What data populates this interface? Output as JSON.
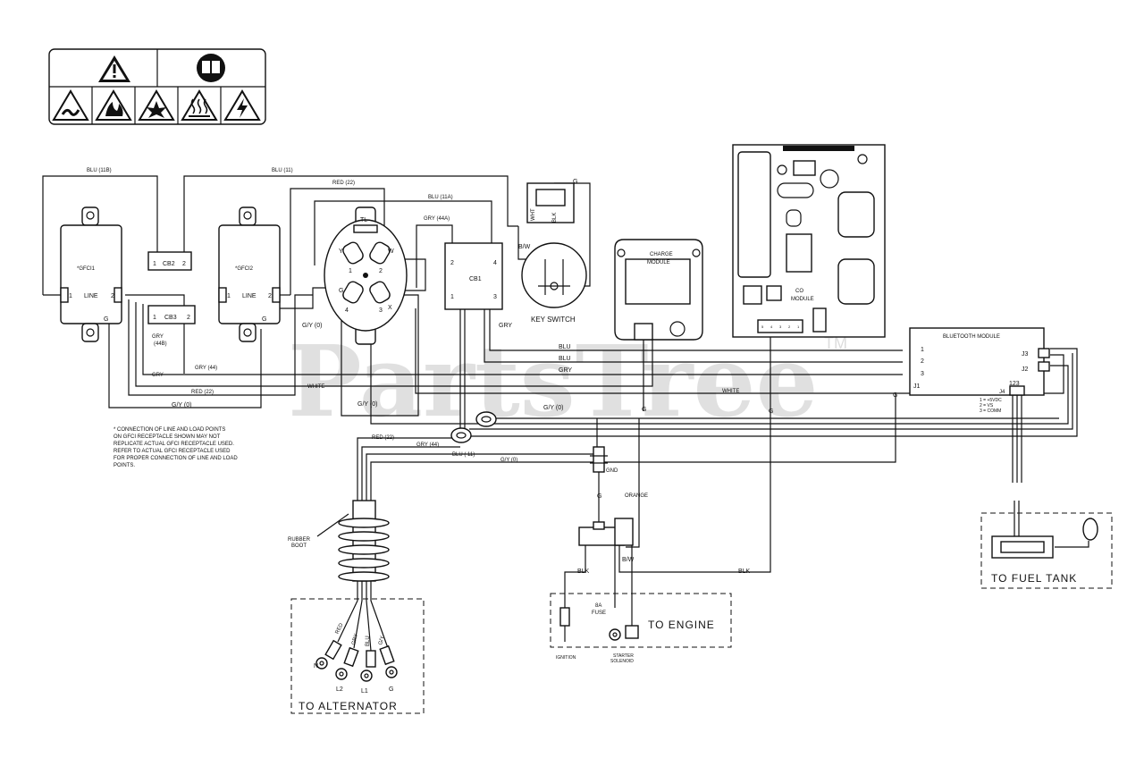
{
  "watermark": {
    "text": "PartsTree",
    "tm": "TM"
  },
  "components": {
    "gfci1": "*GFCI1",
    "gfci2": "*GFCI2",
    "line": "LINE",
    "pin1": "1",
    "pin2": "2",
    "g": "G",
    "cb2": "CB2",
    "cb3": "CB3",
    "cb1": "CB1",
    "cb1_pins": [
      "2",
      "4",
      "1",
      "3"
    ],
    "receptacle_pins": [
      "TL",
      "Y",
      "W",
      "G",
      "X",
      "1",
      "2",
      "3",
      "4"
    ],
    "key_switch": "KEY SWITCH",
    "key_wht": "WHT",
    "key_blk": "BLK",
    "charge_module": [
      "CHARGE",
      "MODULE"
    ],
    "co_module": [
      "CO",
      "MODULE"
    ],
    "co_pins": [
      "5",
      "4",
      "3",
      "2",
      "1"
    ],
    "bt_module": "BLUETOOTH MODULE",
    "bt_pins": [
      "1",
      "2",
      "3"
    ],
    "j1": "J1",
    "j2": "J2",
    "j3": "J3",
    "j4": "J4",
    "j4_pins": "123",
    "j4_legend": [
      "1 = +5VDC",
      "2 = VS",
      "3 = COMM"
    ],
    "gnd": "GND",
    "rubber_boot": [
      "RUBBER",
      "BOOT"
    ],
    "fuse": [
      "8A",
      "FUSE"
    ],
    "ignition": "IGNITION",
    "starter": [
      "STARTER",
      "SOLENOID"
    ]
  },
  "wires": {
    "blu_11b": "BLU (11B)",
    "blu_11": "BLU (11)",
    "red_22": "RED (22)",
    "blu_11a": "BLU (11A)",
    "gry_44a": "GRY (44A)",
    "gry_44b": [
      "GRY",
      "(44B)"
    ],
    "gry_44": "GRY (44)",
    "gry": "GRY",
    "white": "WHITE",
    "gy_0": "G/Y (0)",
    "blu": "BLU",
    "g": "G",
    "bw": "B/W",
    "blk": "BLK",
    "orange": "ORANGE",
    "blu_11_paren": "BLU ( 11)",
    "gy_0_small": "G/Y (0)"
  },
  "note": [
    "* CONNECTION OF LINE AND LOAD POINTS",
    "ON GFCI RECEPTACLE SHOWN MAY NOT",
    "REPLICATE ACTUAL GFCI RECEPTACLE USED.",
    "REFER TO ACTUAL GFCI RECEPTACLE USED",
    "FOR PROPER CONNECTION OF LINE AND LOAD",
    "POINTS."
  ],
  "targets": {
    "alternator": "TO ALTERNATOR",
    "engine": "TO ENGINE",
    "fuel_tank": "TO FUEL TANK"
  },
  "alternator_leads": {
    "wire_colors": [
      "RED",
      "GRY",
      "BLU",
      "G/Y"
    ],
    "terminals": [
      "N",
      "L2",
      "L1",
      "G"
    ]
  }
}
